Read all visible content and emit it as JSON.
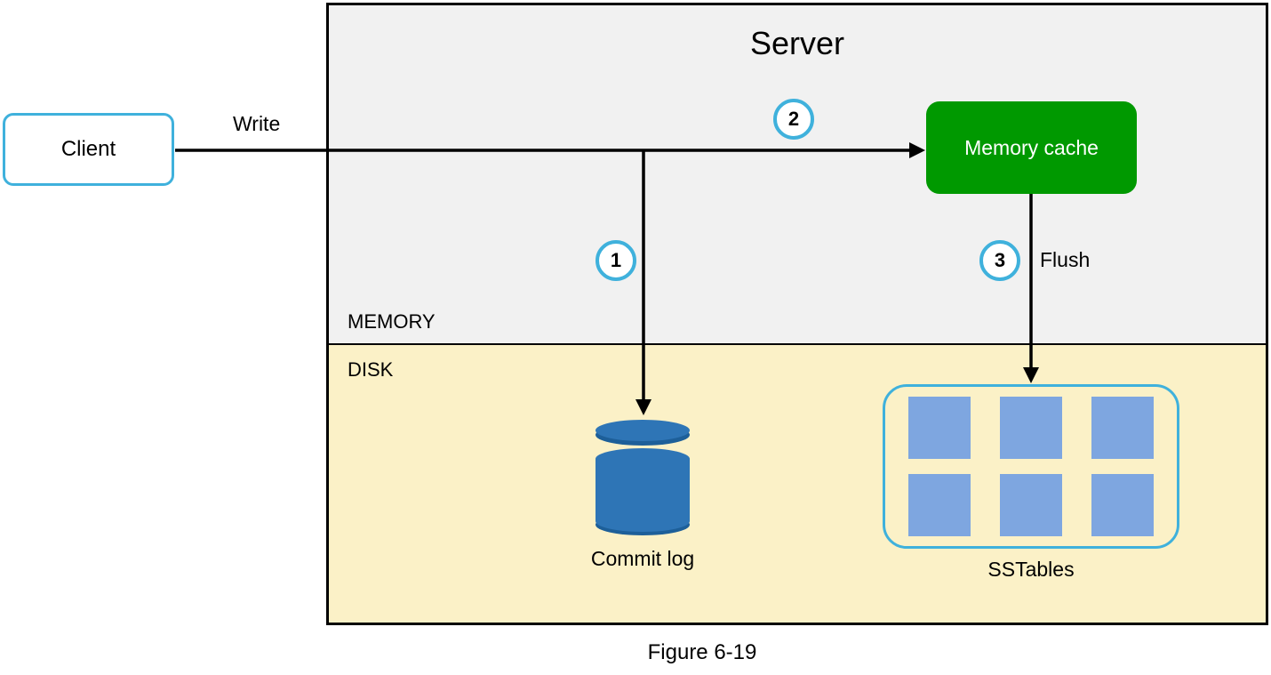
{
  "diagram": {
    "caption": "Figure 6-19",
    "server": {
      "title": "Server",
      "memory_label": "MEMORY",
      "disk_label": "DISK"
    },
    "client": {
      "label": "Client"
    },
    "memory_cache": {
      "label": "Memory cache"
    },
    "commit_log": {
      "label": "Commit log"
    },
    "sstables": {
      "label": "SSTables",
      "square_count": 6
    },
    "edges": {
      "write_label": "Write",
      "flush_label": "Flush"
    },
    "steps": [
      "1",
      "2",
      "3"
    ]
  },
  "colors": {
    "accent_cyan": "#3FB1DC",
    "memory_cache_green": "#009900",
    "memory_section_gray": "#F1F1F1",
    "disk_section_yellow": "#FBF1C7",
    "cylinder_blue": "#2E75B6",
    "cylinder_rim_dark": "#1D5F99",
    "sstable_square_blue": "#7EA6E0",
    "line_black": "#000000"
  }
}
